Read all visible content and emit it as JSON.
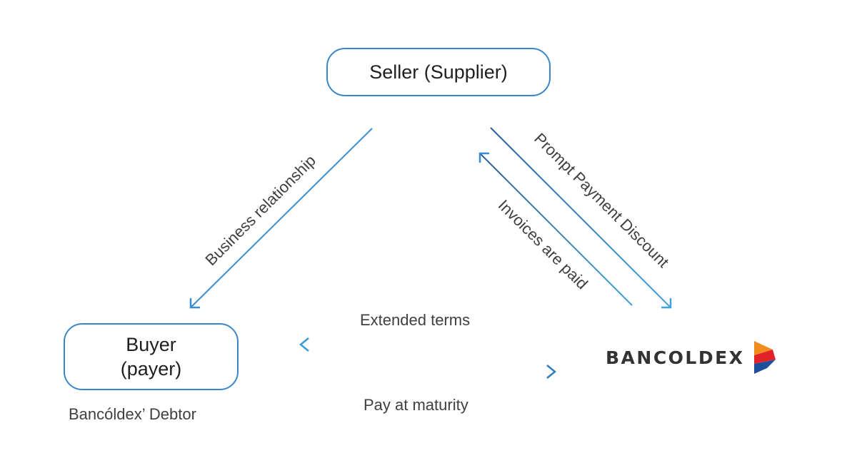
{
  "seller": {
    "label": "Seller (Supplier)"
  },
  "buyer": {
    "line1": "Buyer",
    "line2": "(payer)",
    "caption": "Bancóldex’ Debtor"
  },
  "bank": {
    "logo_text": "BANCOLDEX"
  },
  "edges": {
    "business_relationship": "Business relationship",
    "prompt_payment_discount": "Prompt Payment Discount",
    "invoices_are_paid": "Invoices are paid",
    "extended_terms": "Extended terms",
    "pay_at_maturity": "Pay at maturity"
  },
  "colors": {
    "box_border": "#3b86c8",
    "arrow_light": "#3d9ad6",
    "arrow_dark": "#2b5f9e",
    "logo_orange": "#f28c1e",
    "logo_red": "#e2232a",
    "logo_blue": "#1e4f9c"
  }
}
